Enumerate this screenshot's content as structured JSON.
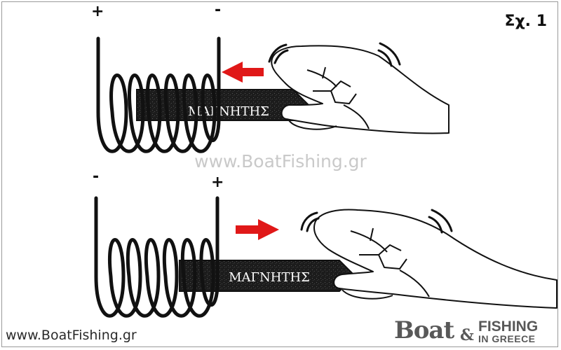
{
  "figure_label": "Σχ. 1",
  "top_panel": {
    "left_terminal": "+",
    "right_terminal": "-",
    "magnet_label": "ΜΑΓΝΗΤΗΣ",
    "arrow_direction": "left"
  },
  "bottom_panel": {
    "left_terminal": "-",
    "right_terminal": "+",
    "magnet_label": "ΜΑΓΝΗΤΗΣ",
    "arrow_direction": "right"
  },
  "watermark": "www.BoatFishing.gr",
  "credit": "www.BoatFishing.gr",
  "logo": {
    "main": "Boat",
    "amp": "&",
    "top": "FISHING",
    "bottom": "IN GREECE"
  },
  "colors": {
    "arrow": "#e01818",
    "ink": "#111111",
    "magnet": "#1c1c1c",
    "watermark": "#c9c9c9",
    "logo": "#585858"
  }
}
